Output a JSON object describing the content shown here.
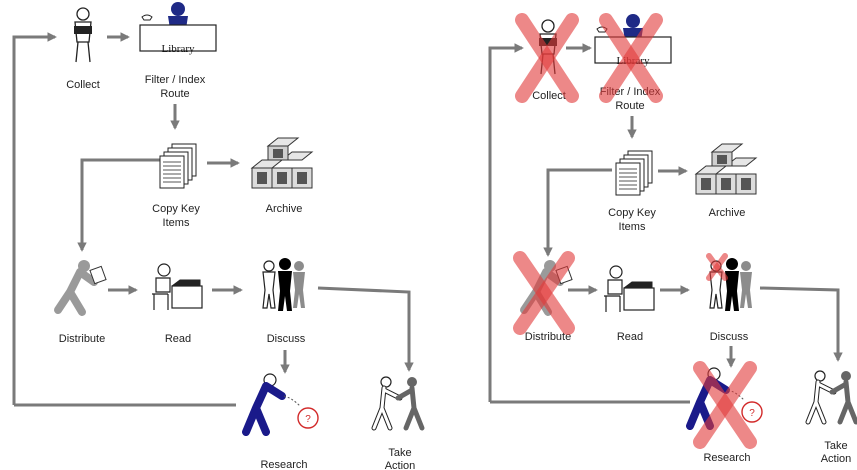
{
  "left_panel": {
    "nodes": {
      "collect": "Collect",
      "filter_line1": "Filter / Index",
      "filter_line2": "Route",
      "library_sign": "Library",
      "copy_line1": "Copy Key",
      "copy_line2": "Items",
      "archive": "Archive",
      "distribute": "Distribute",
      "read": "Read",
      "discuss": "Discuss",
      "research": "Research",
      "research_badge": "?",
      "take_line1": "Take",
      "take_line2": "Action"
    }
  },
  "right_panel": {
    "nodes": {
      "collect": "Collect",
      "filter_line1": "Filter / Index",
      "filter_line2": "Route",
      "library_sign": "Library",
      "copy_line1": "Copy Key",
      "copy_line2": "Items",
      "archive": "Archive",
      "distribute": "Distribute",
      "read": "Read",
      "discuss": "Discuss",
      "research": "Research",
      "research_badge": "?",
      "take_line1": "Take",
      "take_line2": "Action"
    },
    "crossed_out": [
      "Collect",
      "Filter / Index Route",
      "Distribute",
      "Research",
      "Discuss (one participant)"
    ]
  },
  "colors": {
    "connector": "#7a7a7a",
    "cross": "#e23a3a",
    "research_figure": "#1a1a8a",
    "badge_ring": "#d22a2a"
  }
}
